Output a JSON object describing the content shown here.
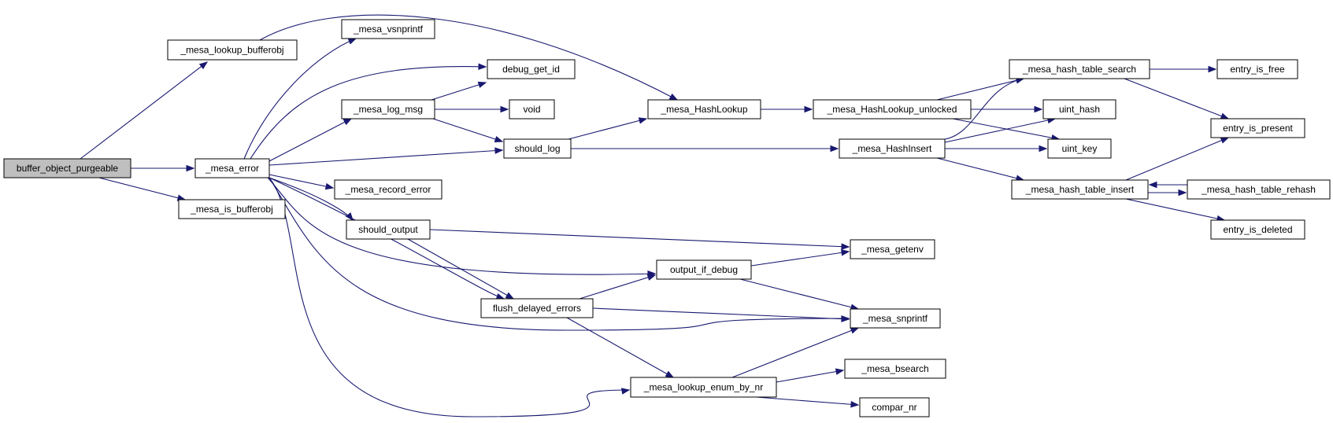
{
  "diagram": {
    "colors": {
      "edge": "#191970",
      "root_fill": "#bfbfbf",
      "node_fill": "#ffffff",
      "node_border": "#000000"
    },
    "nodes": [
      {
        "id": "buffer_object_purgeable",
        "label": "buffer_object_purgeable",
        "root": true
      },
      {
        "id": "mesa_lookup_bufferobj",
        "label": "_mesa_lookup_bufferobj"
      },
      {
        "id": "mesa_error",
        "label": "_mesa_error"
      },
      {
        "id": "mesa_is_bufferobj",
        "label": "_mesa_is_bufferobj"
      },
      {
        "id": "mesa_vsnprintf",
        "label": "_mesa_vsnprintf"
      },
      {
        "id": "debug_get_id",
        "label": "debug_get_id"
      },
      {
        "id": "mesa_log_msg",
        "label": "_mesa_log_msg"
      },
      {
        "id": "void",
        "label": "void"
      },
      {
        "id": "should_log",
        "label": "should_log"
      },
      {
        "id": "mesa_record_error",
        "label": "_mesa_record_error"
      },
      {
        "id": "should_output",
        "label": "should_output"
      },
      {
        "id": "mesa_HashLookup",
        "label": "_mesa_HashLookup"
      },
      {
        "id": "output_if_debug",
        "label": "output_if_debug"
      },
      {
        "id": "flush_delayed_errors",
        "label": "flush_delayed_errors"
      },
      {
        "id": "mesa_lookup_enum_by_nr",
        "label": "_mesa_lookup_enum_by_nr"
      },
      {
        "id": "mesa_HashLookup_unlocked",
        "label": "_mesa_HashLookup_unlocked"
      },
      {
        "id": "mesa_HashInsert",
        "label": "_mesa_HashInsert"
      },
      {
        "id": "mesa_getenv",
        "label": "_mesa_getenv"
      },
      {
        "id": "mesa_snprintf",
        "label": "_mesa_snprintf"
      },
      {
        "id": "mesa_bsearch",
        "label": "_mesa_bsearch"
      },
      {
        "id": "compar_nr",
        "label": "compar_nr"
      },
      {
        "id": "mesa_hash_table_search",
        "label": "_mesa_hash_table_search"
      },
      {
        "id": "uint_hash",
        "label": "uint_hash"
      },
      {
        "id": "uint_key",
        "label": "uint_key"
      },
      {
        "id": "mesa_hash_table_insert",
        "label": "_mesa_hash_table_insert"
      },
      {
        "id": "entry_is_free",
        "label": "entry_is_free"
      },
      {
        "id": "entry_is_present",
        "label": "entry_is_present"
      },
      {
        "id": "mesa_hash_table_rehash",
        "label": "_mesa_hash_table_rehash"
      },
      {
        "id": "entry_is_deleted",
        "label": "entry_is_deleted"
      }
    ],
    "edges": [
      {
        "from": "buffer_object_purgeable",
        "to": "mesa_lookup_bufferobj"
      },
      {
        "from": "buffer_object_purgeable",
        "to": "mesa_error"
      },
      {
        "from": "buffer_object_purgeable",
        "to": "mesa_is_bufferobj"
      },
      {
        "from": "mesa_lookup_bufferobj",
        "to": "mesa_HashLookup"
      },
      {
        "from": "mesa_error",
        "to": "mesa_vsnprintf"
      },
      {
        "from": "mesa_error",
        "to": "debug_get_id"
      },
      {
        "from": "mesa_error",
        "to": "mesa_log_msg"
      },
      {
        "from": "mesa_error",
        "to": "should_log"
      },
      {
        "from": "mesa_error",
        "to": "mesa_record_error"
      },
      {
        "from": "mesa_error",
        "to": "should_output"
      },
      {
        "from": "mesa_error",
        "to": "output_if_debug"
      },
      {
        "from": "mesa_error",
        "to": "flush_delayed_errors"
      },
      {
        "from": "mesa_error",
        "to": "mesa_snprintf"
      },
      {
        "from": "mesa_error",
        "to": "mesa_lookup_enum_by_nr"
      },
      {
        "from": "mesa_log_msg",
        "to": "debug_get_id"
      },
      {
        "from": "mesa_log_msg",
        "to": "void"
      },
      {
        "from": "mesa_log_msg",
        "to": "should_log"
      },
      {
        "from": "should_log",
        "to": "mesa_HashLookup"
      },
      {
        "from": "should_log",
        "to": "mesa_HashInsert"
      },
      {
        "from": "should_output",
        "to": "mesa_getenv"
      },
      {
        "from": "should_output",
        "to": "flush_delayed_errors"
      },
      {
        "from": "mesa_HashLookup",
        "to": "mesa_HashLookup_unlocked"
      },
      {
        "from": "output_if_debug",
        "to": "mesa_getenv"
      },
      {
        "from": "output_if_debug",
        "to": "mesa_snprintf"
      },
      {
        "from": "flush_delayed_errors",
        "to": "output_if_debug"
      },
      {
        "from": "flush_delayed_errors",
        "to": "mesa_snprintf"
      },
      {
        "from": "flush_delayed_errors",
        "to": "mesa_lookup_enum_by_nr"
      },
      {
        "from": "mesa_lookup_enum_by_nr",
        "to": "mesa_snprintf"
      },
      {
        "from": "mesa_lookup_enum_by_nr",
        "to": "mesa_bsearch"
      },
      {
        "from": "mesa_lookup_enum_by_nr",
        "to": "compar_nr"
      },
      {
        "from": "mesa_HashLookup_unlocked",
        "to": "mesa_hash_table_search"
      },
      {
        "from": "mesa_HashLookup_unlocked",
        "to": "uint_hash"
      },
      {
        "from": "mesa_HashLookup_unlocked",
        "to": "uint_key"
      },
      {
        "from": "mesa_HashInsert",
        "to": "mesa_hash_table_search"
      },
      {
        "from": "mesa_HashInsert",
        "to": "uint_hash"
      },
      {
        "from": "mesa_HashInsert",
        "to": "uint_key"
      },
      {
        "from": "mesa_HashInsert",
        "to": "mesa_hash_table_insert"
      },
      {
        "from": "mesa_hash_table_search",
        "to": "entry_is_free"
      },
      {
        "from": "mesa_hash_table_search",
        "to": "entry_is_present"
      },
      {
        "from": "mesa_hash_table_insert",
        "to": "entry_is_present"
      },
      {
        "from": "mesa_hash_table_insert",
        "to": "mesa_hash_table_rehash"
      },
      {
        "from": "mesa_hash_table_insert",
        "to": "entry_is_deleted"
      },
      {
        "from": "mesa_hash_table_rehash",
        "to": "mesa_hash_table_insert"
      }
    ]
  }
}
